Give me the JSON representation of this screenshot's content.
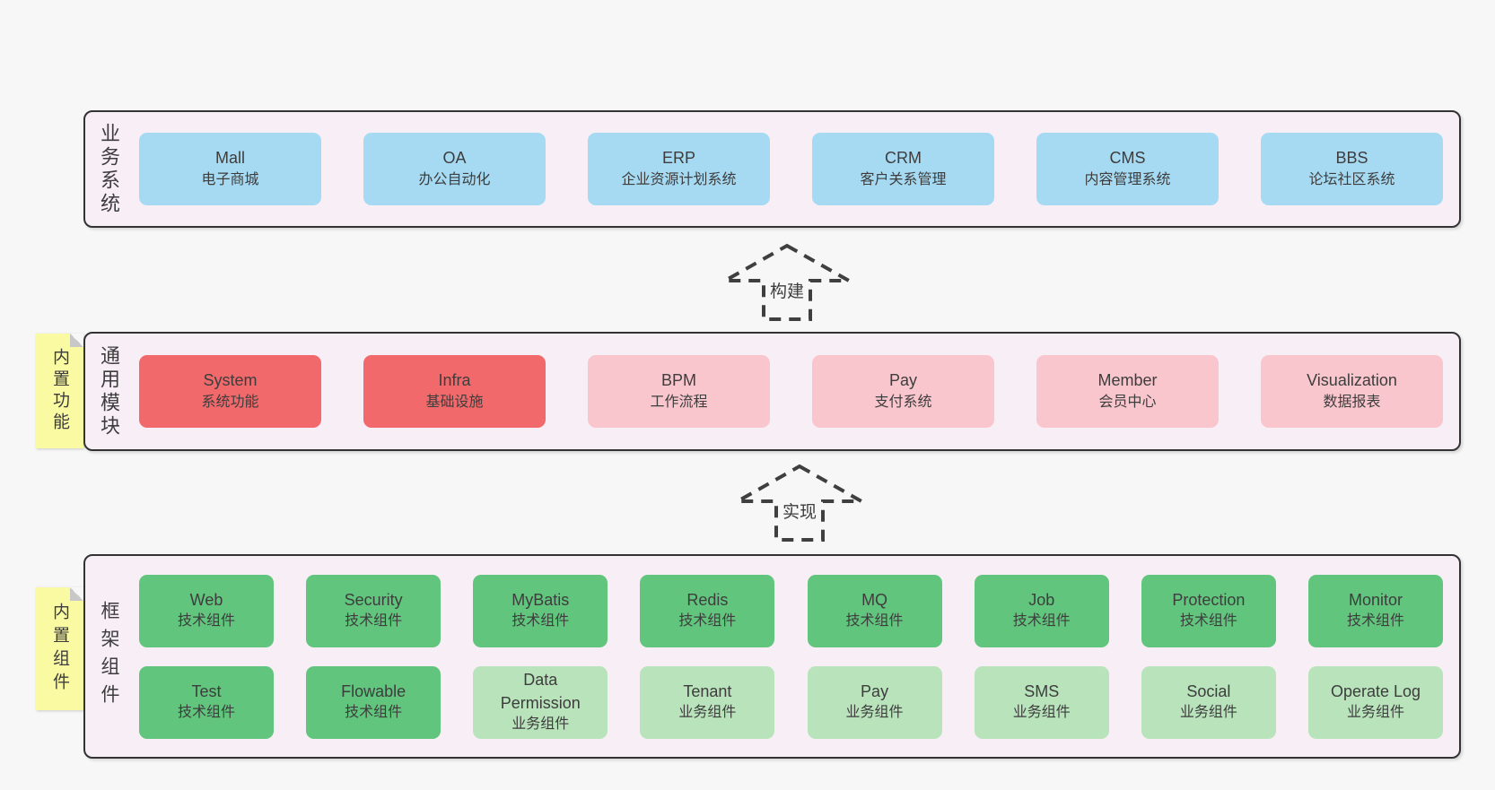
{
  "colors": {
    "page_bg": "#f7f7f7",
    "layer_bg": "#f8eef6",
    "layer_border": "#333333",
    "blue": "#a6daf3",
    "red": "#f1696b",
    "pink": "#f9c6ce",
    "green": "#61c57d",
    "green_light": "#b8e3bb",
    "yellow": "#fafaa2",
    "fold_gray": "#c8c8c8",
    "text": "#3d3d3d",
    "arrow": "#3f3f3f"
  },
  "arrows": [
    {
      "label": "构建"
    },
    {
      "label": "实现"
    }
  ],
  "layers": [
    {
      "side_label": "业务系统",
      "note": null,
      "rows": [
        [
          {
            "name": "Mall",
            "desc": "电子商城",
            "variant": "blue"
          },
          {
            "name": "OA",
            "desc": "办公自动化",
            "variant": "blue"
          },
          {
            "name": "ERP",
            "desc": "企业资源计划系统",
            "variant": "blue"
          },
          {
            "name": "CRM",
            "desc": "客户关系管理",
            "variant": "blue"
          },
          {
            "name": "CMS",
            "desc": "内容管理系统",
            "variant": "blue"
          },
          {
            "name": "BBS",
            "desc": "论坛社区系统",
            "variant": "blue"
          }
        ]
      ]
    },
    {
      "side_label": "通用模块",
      "note": "内置功能",
      "rows": [
        [
          {
            "name": "System",
            "desc": "系统功能",
            "variant": "red"
          },
          {
            "name": "Infra",
            "desc": "基础设施",
            "variant": "red"
          },
          {
            "name": "BPM",
            "desc": "工作流程",
            "variant": "pink"
          },
          {
            "name": "Pay",
            "desc": "支付系统",
            "variant": "pink"
          },
          {
            "name": "Member",
            "desc": "会员中心",
            "variant": "pink"
          },
          {
            "name": "Visualization",
            "desc": "数据报表",
            "variant": "pink"
          }
        ]
      ]
    },
    {
      "side_label": "框架组件",
      "note": "内置组件",
      "rows": [
        [
          {
            "name": "Web",
            "desc": "技术组件",
            "variant": "green"
          },
          {
            "name": "Security",
            "desc": "技术组件",
            "variant": "green"
          },
          {
            "name": "MyBatis",
            "desc": "技术组件",
            "variant": "green"
          },
          {
            "name": "Redis",
            "desc": "技术组件",
            "variant": "green"
          },
          {
            "name": "MQ",
            "desc": "技术组件",
            "variant": "green"
          },
          {
            "name": "Job",
            "desc": "技术组件",
            "variant": "green"
          },
          {
            "name": "Protection",
            "desc": "技术组件",
            "variant": "green"
          },
          {
            "name": "Monitor",
            "desc": "技术组件",
            "variant": "green"
          }
        ],
        [
          {
            "name": "Test",
            "desc": "技术组件",
            "variant": "green"
          },
          {
            "name": "Flowable",
            "desc": "技术组件",
            "variant": "green"
          },
          {
            "name": "Data Permission",
            "desc": "业务组件",
            "variant": "green-light"
          },
          {
            "name": "Tenant",
            "desc": "业务组件",
            "variant": "green-light"
          },
          {
            "name": "Pay",
            "desc": "业务组件",
            "variant": "green-light"
          },
          {
            "name": "SMS",
            "desc": "业务组件",
            "variant": "green-light"
          },
          {
            "name": "Social",
            "desc": "业务组件",
            "variant": "green-light"
          },
          {
            "name": "Operate Log",
            "desc": "业务组件",
            "variant": "green-light"
          }
        ]
      ]
    }
  ]
}
